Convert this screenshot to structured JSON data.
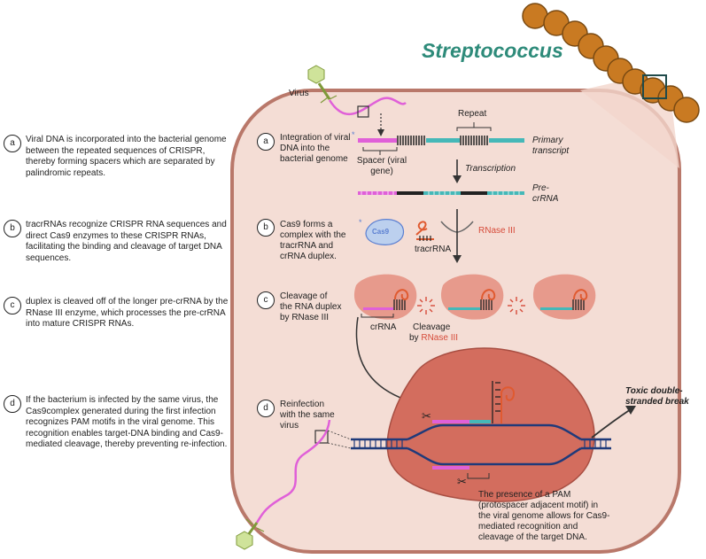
{
  "left_steps": [
    {
      "letter": "a",
      "text": "Viral DNA is incorporated into the bacterial genome between the repeated sequences of CRISPR, thereby forming spacers which are separated by palindromic repeats."
    },
    {
      "letter": "b",
      "text": "tracrRNAs recognize CRISPR RNA sequences and direct Cas9 enzymes to these CRISPR RNAs, facilitating the binding and cleavage of target DNA sequences."
    },
    {
      "letter": "c",
      "text": "duplex is cleaved off of the longer pre-crRNA by the RNase III enzyme, which processes the pre-crRNA into mature CRISPR RNAs."
    },
    {
      "letter": "d",
      "text": "If the bacterium is infected by the same virus, the Cas9complex generated during the first infection recognizes PAM motifs in the viral genome. This recognition enables target-DNA binding and Cas9-mediated cleavage, thereby preventing re-infection."
    }
  ],
  "title": "Streptococcus",
  "labels": {
    "virus": "Virus",
    "repeat": "Repeat",
    "step_a": "Integration of viral DNA into the bacterial genome",
    "primary_transcript": "Primary transcript",
    "spacer": "Spacer (viral gene)",
    "transcription": "Transcription",
    "pre_crrna": "Pre-crRNA",
    "step_b": "Cas9 forms a complex with the tracrRNA and crRNA duplex.",
    "cas9": "Cas9",
    "tracrrna": "tracrRNA",
    "rnase_iii": "RNase III",
    "step_c": "Cleavage of the RNA duplex by RNase III",
    "crrna": "crRNA",
    "cleavage": "Cleavage",
    "by": "by",
    "step_d": "Reinfection with the same virus",
    "toxic_break": "Toxic double-stranded break",
    "pam_note": "The presence of a PAM (protospacer adjacent motif) in the viral genome allows for Cas9-mediated recognition and cleavage of the target DNA."
  },
  "colors": {
    "cell_fill": "#f4ddd5",
    "cell_border": "#b9786a",
    "spacer": "#e060d8",
    "repeat": "#222222",
    "teal": "#45b8b8",
    "cas9_blob": "#e79a8c",
    "cas9_big": "#d36d5e",
    "dna": "#1f3a7a",
    "rnase": "#d64b3a",
    "title": "#2e8b7a",
    "bacteria": "#c97a22"
  }
}
